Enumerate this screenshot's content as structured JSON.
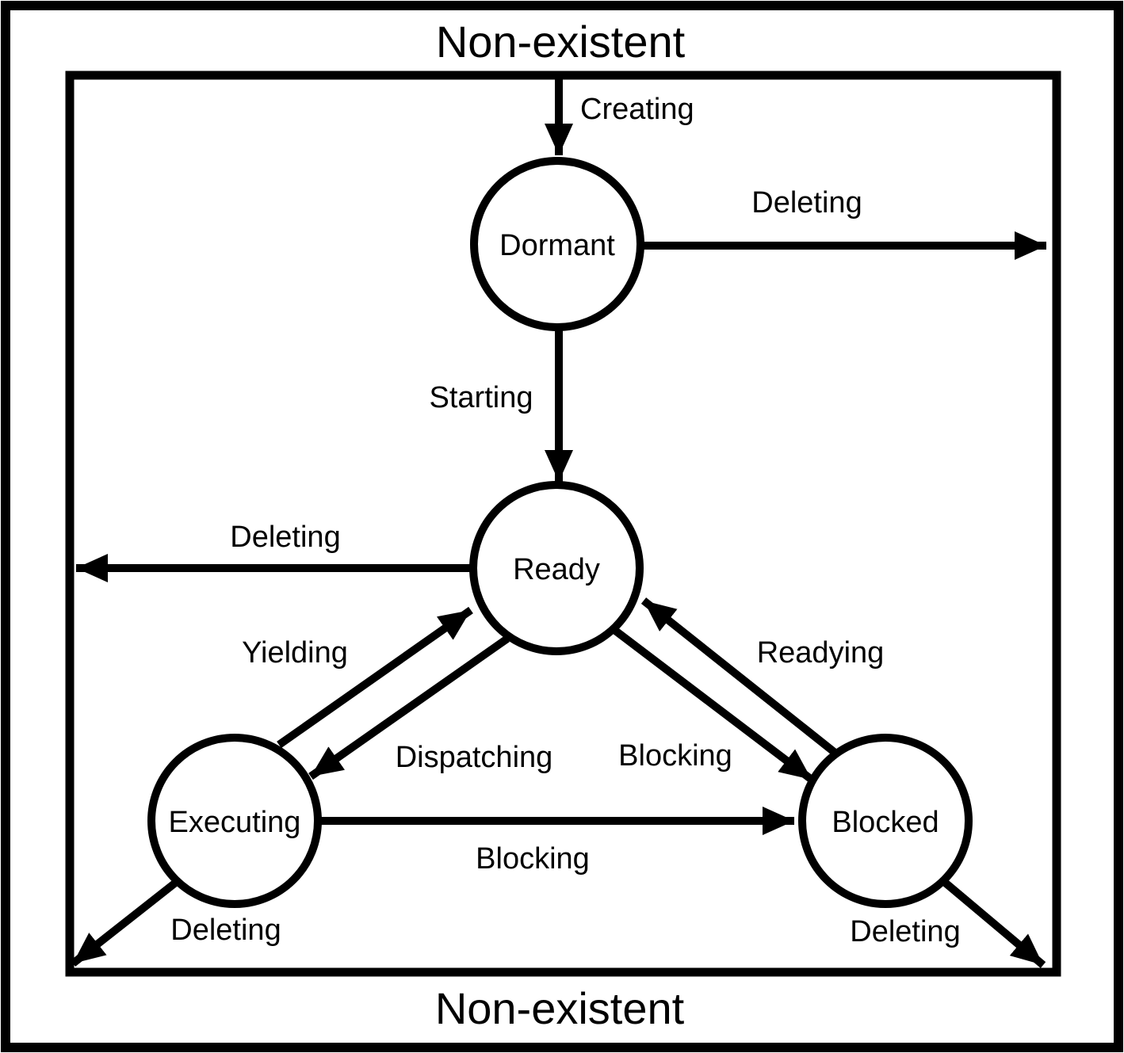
{
  "diagram": {
    "title_semantic": "task-state-transition-diagram",
    "outer_label_top": "Non-existent",
    "outer_label_bottom": "Non-existent",
    "states": {
      "dormant": "Dormant",
      "ready": "Ready",
      "executing": "Executing",
      "blocked": "Blocked"
    },
    "transitions": {
      "creating": "Creating",
      "deleting_dormant": "Deleting",
      "starting": "Starting",
      "deleting_ready": "Deleting",
      "yielding": "Yielding",
      "dispatching": "Dispatching",
      "blocking_ready_to_blocked": "Blocking",
      "readying": "Readying",
      "blocking_executing_to_blocked": "Blocking",
      "deleting_executing": "Deleting",
      "deleting_blocked": "Deleting"
    },
    "graph": {
      "edges": [
        {
          "from": "Non-existent",
          "to": "Dormant",
          "label": "Creating"
        },
        {
          "from": "Dormant",
          "to": "Non-existent",
          "label": "Deleting"
        },
        {
          "from": "Dormant",
          "to": "Ready",
          "label": "Starting"
        },
        {
          "from": "Ready",
          "to": "Non-existent",
          "label": "Deleting"
        },
        {
          "from": "Executing",
          "to": "Ready",
          "label": "Yielding"
        },
        {
          "from": "Ready",
          "to": "Executing",
          "label": "Dispatching"
        },
        {
          "from": "Ready",
          "to": "Blocked",
          "label": "Blocking"
        },
        {
          "from": "Blocked",
          "to": "Ready",
          "label": "Readying"
        },
        {
          "from": "Executing",
          "to": "Blocked",
          "label": "Blocking"
        },
        {
          "from": "Executing",
          "to": "Non-existent",
          "label": "Deleting"
        },
        {
          "from": "Blocked",
          "to": "Non-existent",
          "label": "Deleting"
        }
      ]
    },
    "colors": {
      "ink": "#000000",
      "background": "#ffffff"
    }
  }
}
